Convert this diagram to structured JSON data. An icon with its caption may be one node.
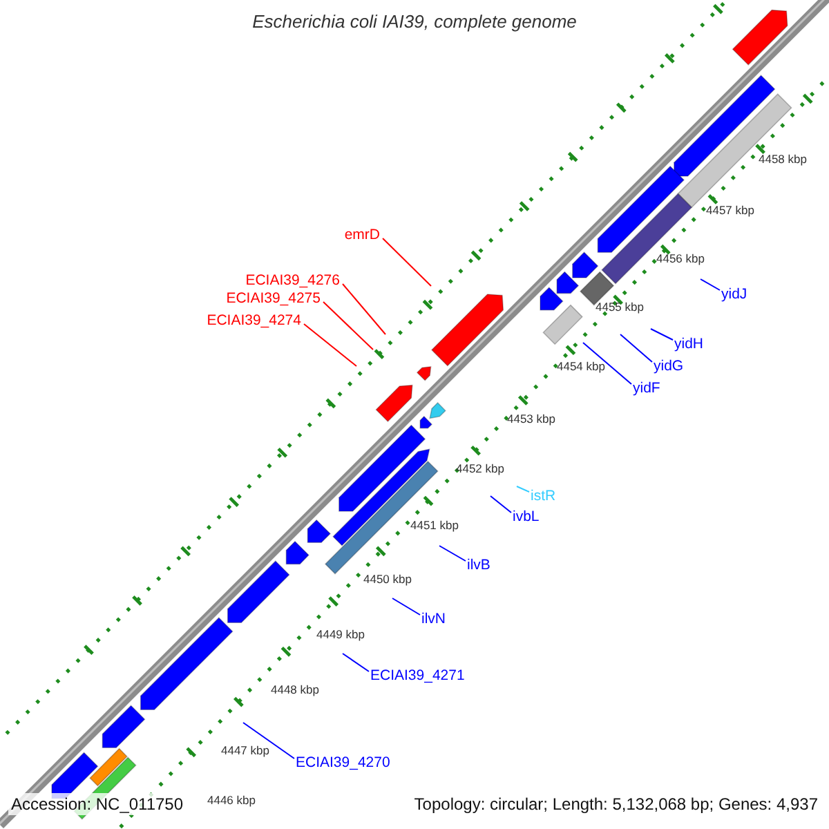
{
  "diagram": {
    "title": "Escherichia coli IAI39, complete genome",
    "nodes": [
      {
        "text": [
          "emrD"
        ]
      },
      {
        "text": [
          "ECIAI39_4276"
        ]
      },
      {
        "text": [
          "yidJ"
        ]
      },
      {
        "text": [
          "ECIAI39_4275"
        ]
      },
      {
        "text": [
          "ECIAI39_4274"
        ]
      },
      {
        "text": [
          "yidH"
        ]
      },
      {
        "text": [
          "yidG"
        ]
      },
      {
        "text": [
          "yidF"
        ]
      },
      {
        "text": [
          "istR"
        ]
      },
      {
        "text": [
          "ivbL"
        ]
      },
      {
        "text": [
          "ilvB"
        ]
      },
      {
        "text": [
          "ilvN"
        ]
      },
      {
        "text": [
          "ECIAI39_4271"
        ]
      },
      {
        "text": [
          "ECIAI39_4270"
        ]
      }
    ],
    "edges": [
      {
        "from": 0,
        "to": null,
        "arrow": "none",
        "color": "#ff0000"
      },
      {
        "from": 1,
        "to": null,
        "arrow": "none",
        "color": "#ff0000"
      },
      {
        "from": 2,
        "to": null,
        "arrow": "none"
      },
      {
        "from": 3,
        "to": null,
        "arrow": "none",
        "color": "#ff0000"
      },
      {
        "from": 4,
        "to": null,
        "arrow": "none",
        "color": "#ff0000"
      },
      {
        "from": 5,
        "to": null,
        "arrow": "none"
      },
      {
        "from": 6,
        "to": null,
        "arrow": "none"
      },
      {
        "from": 7,
        "to": null,
        "arrow": "none"
      },
      {
        "from": 8,
        "to": null,
        "arrow": "none",
        "color": "#33ccff"
      },
      {
        "from": 9,
        "to": null,
        "arrow": "none"
      },
      {
        "from": 10,
        "to": null,
        "arrow": "none"
      },
      {
        "from": 11,
        "to": null,
        "arrow": "none"
      },
      {
        "from": 12,
        "to": null,
        "arrow": "none"
      },
      {
        "from": 13,
        "to": null,
        "arrow": "none"
      }
    ],
    "labels": [
      "4458 kbp",
      "4457 kbp",
      "4456 kbp",
      "4455 kbp",
      "4454 kbp",
      "4453 kbp",
      "4452 kbp",
      "4451 kbp",
      "4450 kbp",
      "4449 kbp",
      "4448 kbp",
      "4447 kbp",
      "4446 kbp",
      "Accession: NC_011750",
      "Topology: circular; Length: 5,132,068 bp; Genes: 4,937"
    ]
  }
}
